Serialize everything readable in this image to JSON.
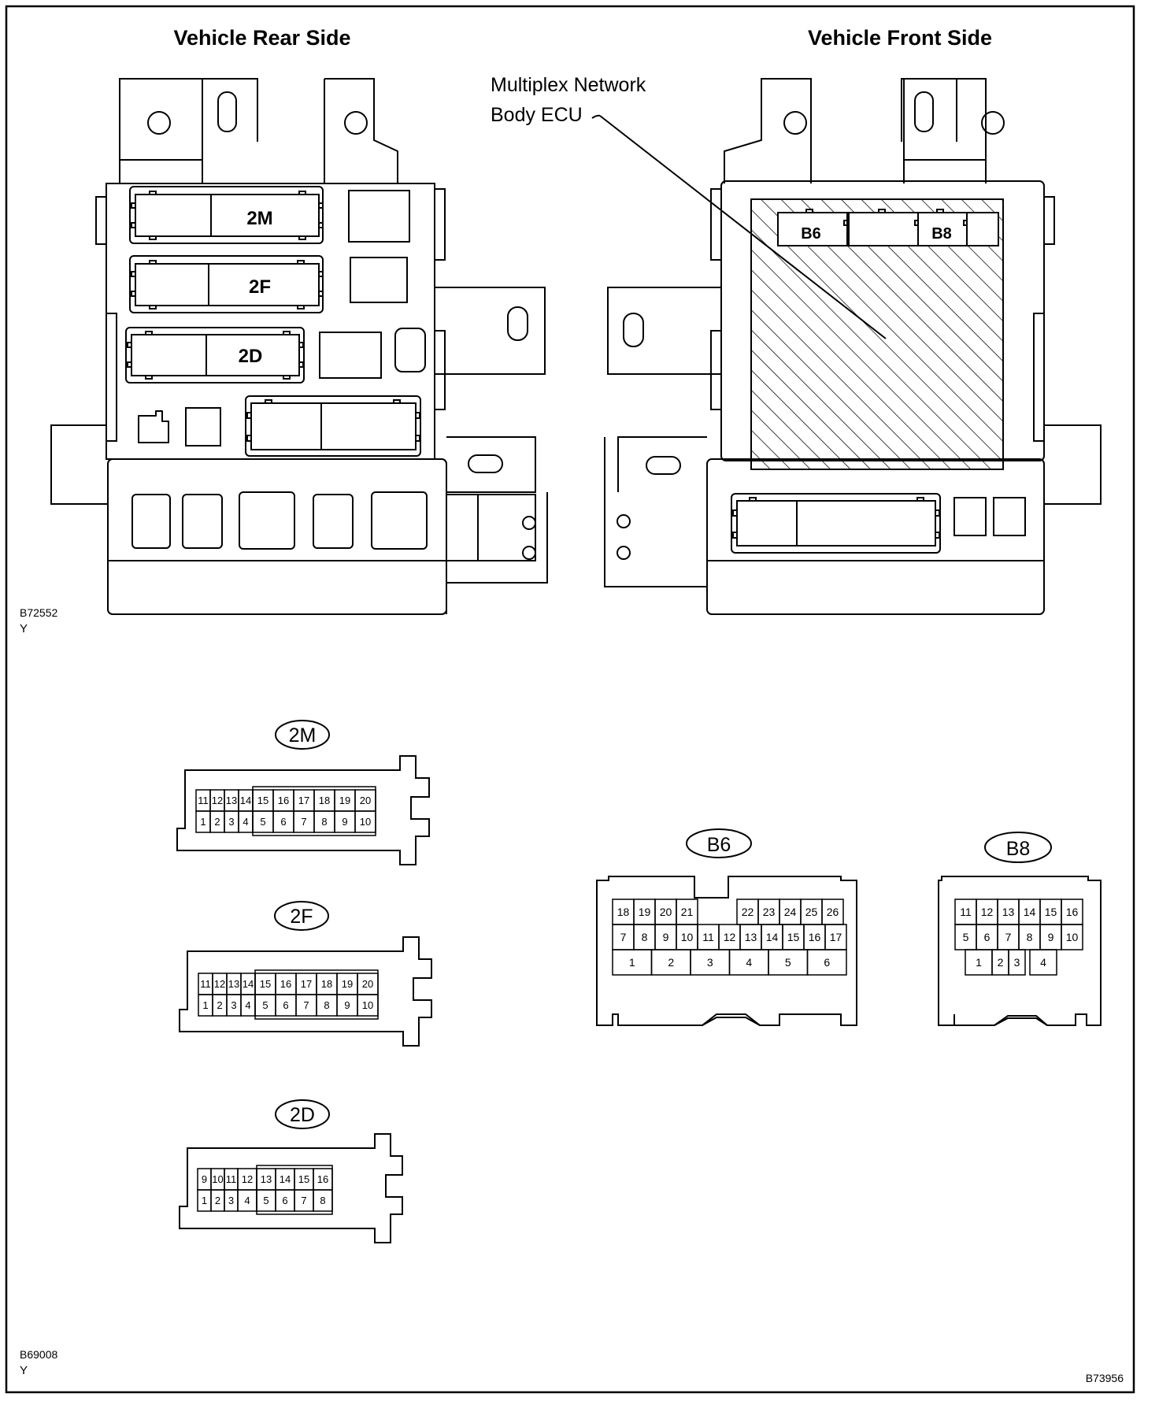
{
  "top": {
    "rear_title": "Vehicle Rear Side",
    "front_title": "Vehicle Front Side",
    "ecu_label_line1": "Multiplex Network",
    "ecu_label_line2": "Body ECU",
    "code_id": "B72552",
    "code_sub": "Y",
    "rear_labels": {
      "c2m": "2M",
      "c2f": "2F",
      "c2d": "2D"
    },
    "front_labels": {
      "b6": "B6",
      "b8": "B8"
    }
  },
  "connectors": {
    "c2m": {
      "label": "2M",
      "row1": [
        "11",
        "12",
        "13",
        "14",
        "15",
        "16",
        "17",
        "18",
        "19",
        "20"
      ],
      "row2": [
        "1",
        "2",
        "3",
        "4",
        "5",
        "6",
        "7",
        "8",
        "9",
        "10"
      ]
    },
    "c2f": {
      "label": "2F",
      "row1": [
        "11",
        "12",
        "13",
        "14",
        "15",
        "16",
        "17",
        "18",
        "19",
        "20"
      ],
      "row2": [
        "1",
        "2",
        "3",
        "4",
        "5",
        "6",
        "7",
        "8",
        "9",
        "10"
      ]
    },
    "c2d": {
      "label": "2D",
      "row1": [
        "9",
        "10",
        "11",
        "12",
        "13",
        "14",
        "15",
        "16"
      ],
      "row2": [
        "1",
        "2",
        "3",
        "4",
        "5",
        "6",
        "7",
        "8"
      ]
    },
    "b6": {
      "label": "B6",
      "row1": [
        "18",
        "19",
        "20",
        "21",
        "22",
        "23",
        "24",
        "25",
        "26"
      ],
      "row2": [
        "7",
        "8",
        "9",
        "10",
        "11",
        "12",
        "13",
        "14",
        "15",
        "16",
        "17"
      ],
      "row3": [
        "1",
        "2",
        "3",
        "4",
        "5",
        "6"
      ]
    },
    "b8": {
      "label": "B8",
      "row1": [
        "11",
        "12",
        "13",
        "14",
        "15",
        "16"
      ],
      "row2": [
        "5",
        "6",
        "7",
        "8",
        "9",
        "10"
      ],
      "row3": [
        "1",
        "2",
        "3",
        "4"
      ]
    }
  },
  "bottom": {
    "code_left": "B69008",
    "code_left_sub": "Y",
    "code_right": "B73956"
  }
}
